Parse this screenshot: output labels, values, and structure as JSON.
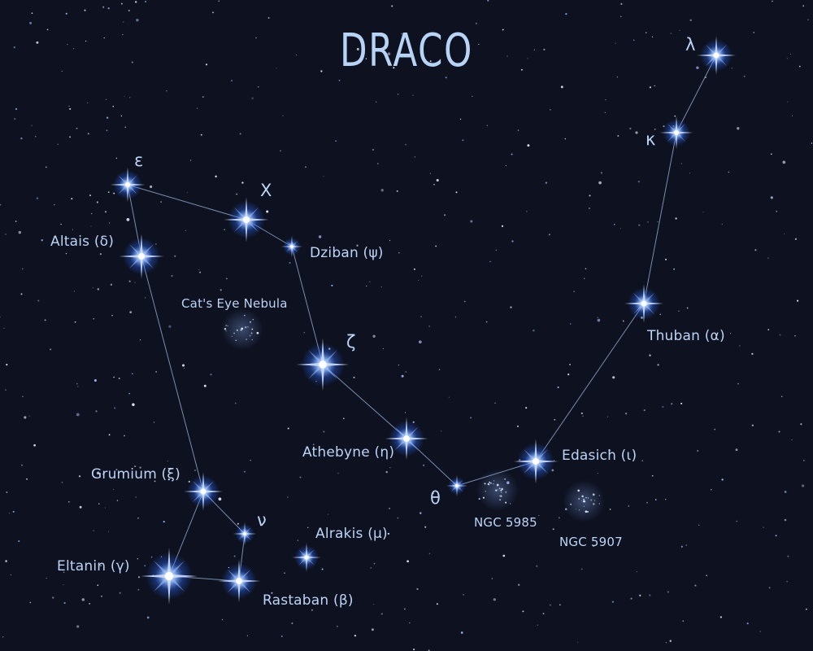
{
  "title": "DRACO",
  "side_id": "244502696",
  "colors": {
    "background": "#0d1120",
    "label": "#bcd4f5",
    "line": "#8ea2c6",
    "star_core": "#ffffff",
    "star_glow": "#3a7bff"
  },
  "stars": [
    {
      "id": "lambda",
      "name": "λ"
    },
    {
      "id": "kappa",
      "name": "κ"
    },
    {
      "id": "thuban",
      "name": "Thuban (α)"
    },
    {
      "id": "edasich",
      "name": "Edasich (ι)"
    },
    {
      "id": "theta",
      "name": "θ"
    },
    {
      "id": "athebyne",
      "name": "Athebyne (η)"
    },
    {
      "id": "zeta",
      "name": "ζ"
    },
    {
      "id": "dziban",
      "name": "Dziban (ψ)"
    },
    {
      "id": "chi",
      "name": "X"
    },
    {
      "id": "epsilon",
      "name": "ε"
    },
    {
      "id": "altais",
      "name": "Altais (δ)"
    },
    {
      "id": "grumium",
      "name": "Grumium (ξ)"
    },
    {
      "id": "nu",
      "name": "ν"
    },
    {
      "id": "eltanin",
      "name": "Eltanin (γ)"
    },
    {
      "id": "rastaban",
      "name": "Rastaban (β)"
    },
    {
      "id": "alrakis",
      "name": "Alrakis (μ)"
    }
  ],
  "deep_sky_objects": [
    {
      "id": "cats-eye",
      "name": "Cat's Eye Nebula"
    },
    {
      "id": "ngc5985",
      "name": "NGC 5985"
    },
    {
      "id": "ngc5907",
      "name": "NGC 5907"
    }
  ],
  "links": [
    [
      "lambda",
      "kappa"
    ],
    [
      "kappa",
      "thuban"
    ],
    [
      "thuban",
      "edasich"
    ],
    [
      "edasich",
      "theta"
    ],
    [
      "theta",
      "athebyne"
    ],
    [
      "athebyne",
      "zeta"
    ],
    [
      "zeta",
      "dziban"
    ],
    [
      "dziban",
      "chi"
    ],
    [
      "chi",
      "epsilon"
    ],
    [
      "epsilon",
      "altais"
    ],
    [
      "altais",
      "grumium"
    ],
    [
      "grumium",
      "nu"
    ],
    [
      "nu",
      "rastaban"
    ],
    [
      "rastaban",
      "eltanin"
    ],
    [
      "eltanin",
      "grumium"
    ]
  ]
}
